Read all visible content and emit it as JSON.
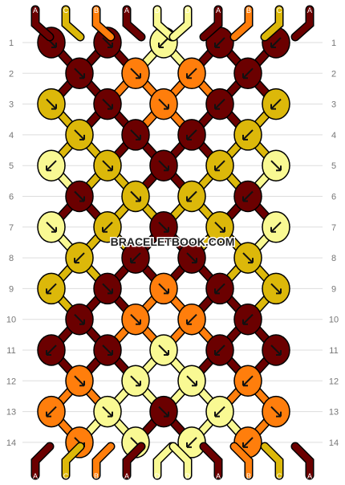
{
  "colors": {
    "A": "#6b0000",
    "B": "#ff7e0c",
    "C": "#dcb80a",
    "D": "#f9f993"
  },
  "strings": [
    "A",
    "C",
    "B",
    "A",
    "D",
    "D",
    "A",
    "B",
    "C",
    "A"
  ],
  "watermark": "BRACELETBOOK.COM",
  "rows": [
    {
      "label": "1",
      "knots": [
        {
          "c": "A",
          "d": "se"
        },
        {
          "c": "A",
          "d": "se"
        },
        {
          "c": "D",
          "d": "sw"
        },
        {
          "c": "A",
          "d": "sw"
        },
        {
          "c": "A",
          "d": "sw"
        }
      ]
    },
    {
      "label": "2",
      "knots": [
        {
          "c": "A",
          "d": "se"
        },
        {
          "c": "B",
          "d": "se"
        },
        {
          "c": "B",
          "d": "sw"
        },
        {
          "c": "A",
          "d": "sw"
        }
      ]
    },
    {
      "label": "3",
      "knots": [
        {
          "c": "C",
          "d": "se"
        },
        {
          "c": "A",
          "d": "se"
        },
        {
          "c": "B",
          "d": "se"
        },
        {
          "c": "A",
          "d": "sw"
        },
        {
          "c": "C",
          "d": "sw"
        }
      ]
    },
    {
      "label": "4",
      "knots": [
        {
          "c": "C",
          "d": "se"
        },
        {
          "c": "A",
          "d": "se"
        },
        {
          "c": "A",
          "d": "sw"
        },
        {
          "c": "C",
          "d": "sw"
        }
      ]
    },
    {
      "label": "5",
      "knots": [
        {
          "c": "D",
          "d": "sw"
        },
        {
          "c": "C",
          "d": "se"
        },
        {
          "c": "A",
          "d": "se"
        },
        {
          "c": "C",
          "d": "sw"
        },
        {
          "c": "D",
          "d": "se"
        }
      ]
    },
    {
      "label": "6",
      "knots": [
        {
          "c": "A",
          "d": "se"
        },
        {
          "c": "C",
          "d": "se"
        },
        {
          "c": "C",
          "d": "sw"
        },
        {
          "c": "A",
          "d": "sw"
        }
      ]
    },
    {
      "label": "7",
      "knots": [
        {
          "c": "D",
          "d": "se"
        },
        {
          "c": "C",
          "d": "sw"
        },
        {
          "c": "A",
          "d": "se"
        },
        {
          "c": "C",
          "d": "se"
        },
        {
          "c": "D",
          "d": "sw"
        }
      ]
    },
    {
      "label": "8",
      "knots": [
        {
          "c": "C",
          "d": "sw"
        },
        {
          "c": "A",
          "d": "sw"
        },
        {
          "c": "A",
          "d": "se"
        },
        {
          "c": "C",
          "d": "se"
        }
      ]
    },
    {
      "label": "9",
      "knots": [
        {
          "c": "C",
          "d": "sw"
        },
        {
          "c": "A",
          "d": "se"
        },
        {
          "c": "B",
          "d": "se"
        },
        {
          "c": "A",
          "d": "sw"
        },
        {
          "c": "C",
          "d": "se"
        }
      ]
    },
    {
      "label": "10",
      "knots": [
        {
          "c": "A",
          "d": "se"
        },
        {
          "c": "B",
          "d": "se"
        },
        {
          "c": "B",
          "d": "sw"
        },
        {
          "c": "A",
          "d": "sw"
        }
      ]
    },
    {
      "label": "11",
      "knots": [
        {
          "c": "A",
          "d": "sw"
        },
        {
          "c": "A",
          "d": "se"
        },
        {
          "c": "D",
          "d": "se"
        },
        {
          "c": "A",
          "d": "sw"
        },
        {
          "c": "A",
          "d": "se"
        }
      ]
    },
    {
      "label": "12",
      "knots": [
        {
          "c": "B",
          "d": "se"
        },
        {
          "c": "D",
          "d": "se"
        },
        {
          "c": "D",
          "d": "se"
        },
        {
          "c": "B",
          "d": "sw"
        }
      ]
    },
    {
      "label": "13",
      "knots": [
        {
          "c": "B",
          "d": "sw"
        },
        {
          "c": "D",
          "d": "se"
        },
        {
          "c": "A",
          "d": "se"
        },
        {
          "c": "D",
          "d": "sw"
        },
        {
          "c": "B",
          "d": "se"
        }
      ]
    },
    {
      "label": "14",
      "knots": [
        {
          "c": "B",
          "d": "se"
        },
        {
          "c": "D",
          "d": "se"
        },
        {
          "c": "D",
          "d": "sw"
        },
        {
          "c": "B",
          "d": "sw"
        }
      ]
    }
  ]
}
